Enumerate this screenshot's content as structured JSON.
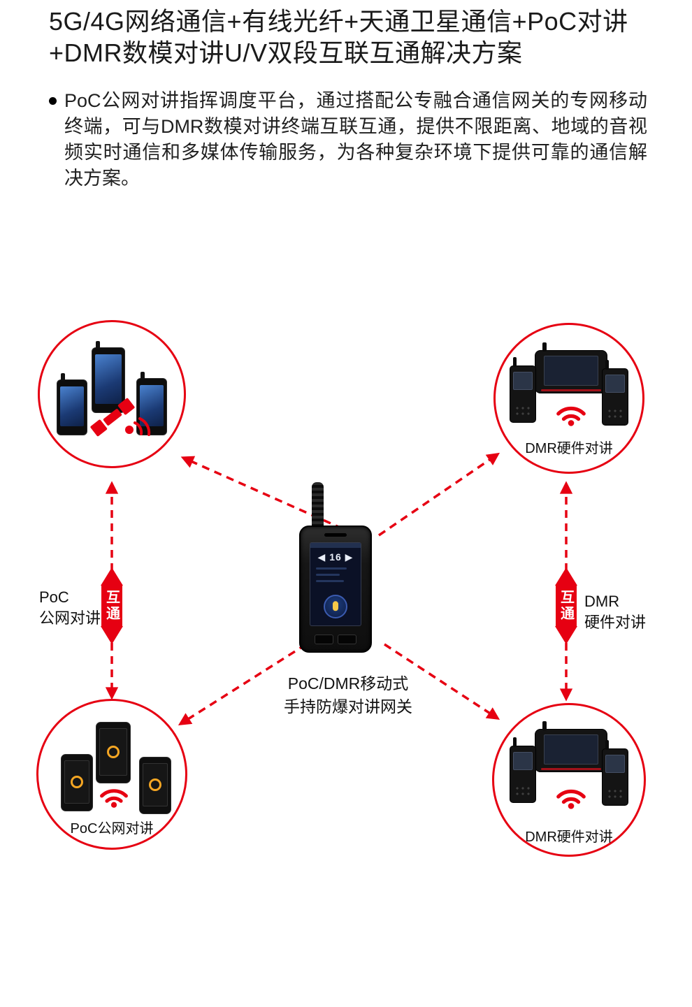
{
  "page": {
    "title_line1": "5G/4G网络通信+有线光纤+天通卫星通信+PoC对讲",
    "title_line2": "+DMR数模对讲U/V双段互联互通解决方案",
    "description": "PoC公网对讲指挥调度平台，通过搭配公专融合通信网关的专网移动终端，可与DMR数模对讲终端互联互通，提供不限距离、地域的音视频实时通信和多媒体传输服务，为各种复杂环境下提供可靠的通信解决方案。"
  },
  "diagram": {
    "center_device": {
      "screen_nav": "◀ 16 ▶",
      "label_line1": "PoC/DMR移动式",
      "label_line2": "手持防爆对讲网关"
    },
    "nodes": {
      "top_right": {
        "label": "DMR硬件对讲"
      },
      "bottom_left": {
        "label": "PoC公网对讲"
      },
      "bottom_right": {
        "label": "DMR硬件对讲"
      }
    },
    "left_link": {
      "title_line1": "PoC",
      "title_line2": "公网对讲",
      "badge": "互通"
    },
    "right_link": {
      "title_line1": "DMR",
      "title_line2": "硬件对讲",
      "badge": "互通"
    },
    "colors": {
      "accent": "#e60012"
    }
  }
}
